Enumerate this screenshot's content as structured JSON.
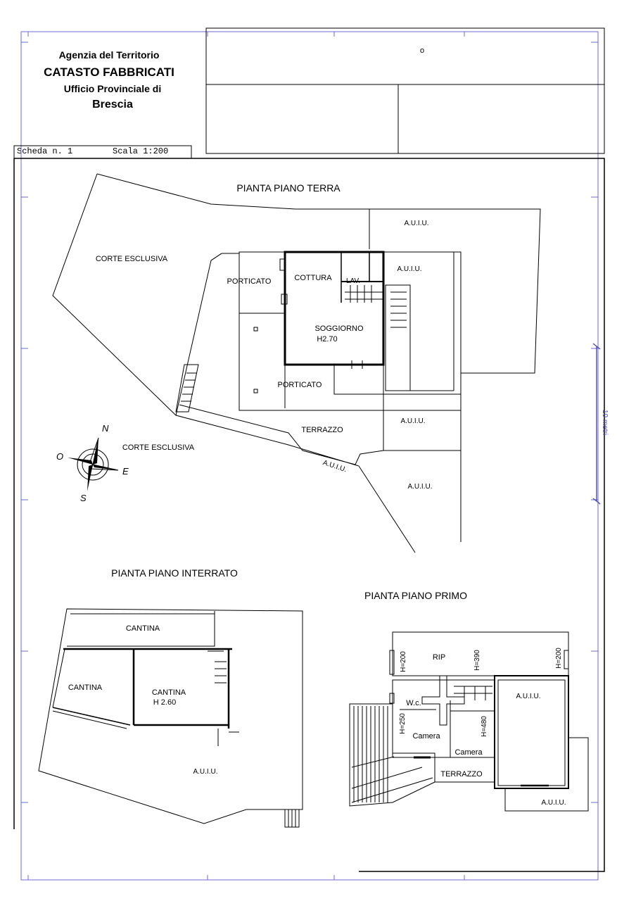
{
  "header": {
    "agency": "Agenzia del Territorio",
    "catasto": "CATASTO FABBRICATI",
    "office": "Ufficio Provinciale di",
    "city": "Brescia",
    "scheda": "Scheda n. 1",
    "scala": "Scala 1:200",
    "mark": "o"
  },
  "scale_bar": {
    "label": "10 metri"
  },
  "compass": {
    "n": "N",
    "o": "O",
    "e": "E",
    "s": "S"
  },
  "ground_floor": {
    "title": "PIANTA PIANO TERRA",
    "corte_esclusiva_1": "CORTE ESCLUSIVA",
    "corte_esclusiva_2": "CORTE ESCLUSIVA",
    "porticato_1": "PORTICATO",
    "porticato_2": "PORTICATO",
    "cottura": "COTTURA",
    "lav": "LAV.",
    "soggiorno": "SOGGIORNO",
    "soggiorno_h": "H2.70",
    "terrazzo": "TERRAZZO",
    "auiu_1": "A.U.I.U.",
    "auiu_2": "A.U.I.U.",
    "auiu_3": "A.U.I.U.",
    "auiu_4": "A.U.I.U.",
    "auiu_5": "A.U.I.U."
  },
  "basement": {
    "title": "PIANTA PIANO INTERRATO",
    "cantina_1": "CANTINA",
    "cantina_2": "CANTINA",
    "cantina_3": "CANTINA",
    "cantina_h": "H 2.60",
    "auiu": "A.U.I.U."
  },
  "first_floor": {
    "title": "PIANTA PIANO PRIMO",
    "rip": "RIP",
    "h200_left": "H=200",
    "h390": "H=390",
    "h200_right": "H=200",
    "wc": "W.c.",
    "h250": "H=250",
    "h480": "H=480",
    "camera_1": "Camera",
    "camera_2": "Camera",
    "terrazzo": "TERRAZZO",
    "auiu_1": "A.U.I.U.",
    "auiu_2": "A.U.I.U."
  }
}
